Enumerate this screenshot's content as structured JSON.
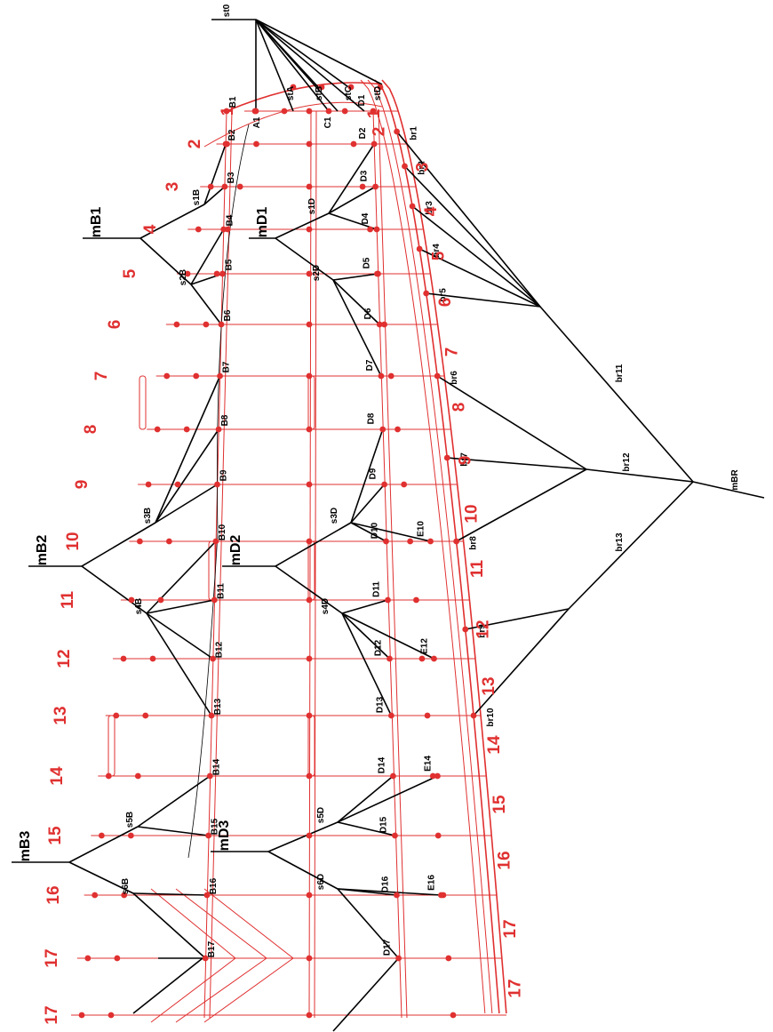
{
  "rows": [
    "1",
    "2",
    "3",
    "4",
    "5",
    "6",
    "7",
    "8",
    "9",
    "10",
    "11",
    "12",
    "13",
    "14",
    "15",
    "16",
    "17",
    "17"
  ],
  "right_rows": [
    "1",
    "2",
    "3",
    "4",
    "5",
    "6",
    "7",
    "8",
    "9",
    "10",
    "11",
    "12",
    "13",
    "14",
    "15",
    "16",
    "17",
    "17"
  ],
  "top": {
    "source": "st0",
    "taps": [
      "stA",
      "stB",
      "stC",
      "stD"
    ]
  },
  "left_mains": [
    "mB1",
    "mB2",
    "mB3"
  ],
  "center_mains": [
    "mD1",
    "mD2",
    "mD3"
  ],
  "branch_main": "mBR",
  "splitters_b": [
    "s1B",
    "s2B",
    "s3B",
    "s4B",
    "s5B",
    "s6B"
  ],
  "splitters_d": [
    "s1D",
    "s2D",
    "s3D",
    "s4D",
    "s5D",
    "s6D"
  ],
  "b_nodes": [
    "B1",
    "B2",
    "B3",
    "B4",
    "B5",
    "B6",
    "B7",
    "B8",
    "B9",
    "B10",
    "B11",
    "B12",
    "B13",
    "B14",
    "B15",
    "B16",
    "B17"
  ],
  "d_nodes": [
    "D1",
    "D2",
    "D3",
    "D4",
    "D5",
    "D6",
    "D7",
    "D8",
    "D9",
    "D10",
    "D11",
    "D12",
    "D13",
    "D14",
    "D15",
    "D16",
    "D17"
  ],
  "e_nodes": [
    "E10",
    "E12",
    "E14",
    "E16"
  ],
  "single_nodes": [
    "A1",
    "C1"
  ],
  "br_nodes": [
    "br1",
    "br2",
    "br3",
    "br4",
    "br5",
    "br6",
    "br7",
    "br8",
    "br9",
    "br10"
  ],
  "br_hubs": [
    "br11",
    "br12",
    "br13"
  ],
  "colors": {
    "grid": "#e03030",
    "wire": "#000000"
  }
}
